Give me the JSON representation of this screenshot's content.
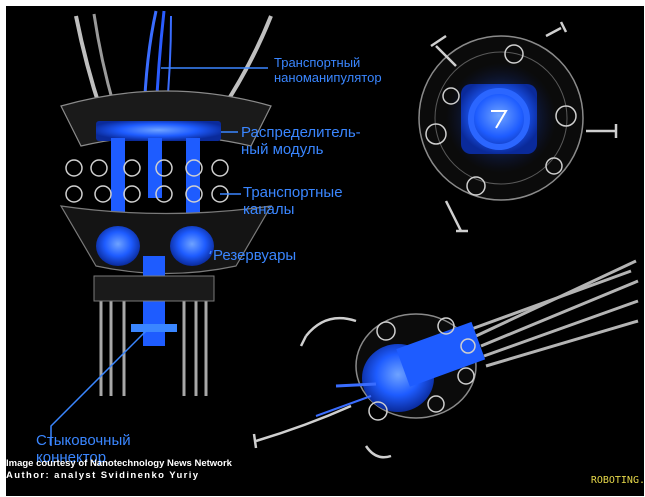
{
  "labels": {
    "manipulator": [
      "Транспортный",
      "наноманипулятор"
    ],
    "distribution_module": [
      "Распределитель-",
      "ный модуль"
    ],
    "transport_channels": [
      "Транспортные",
      "каналы"
    ],
    "reservoirs": "Резервуары",
    "docking_connector": [
      "Стыковочный",
      "коннектор"
    ]
  },
  "credit": {
    "line1": "Image courtesy of Nanotechnology News Network",
    "line2": "Author: analyst Svidinenko Yuriy"
  },
  "watermark": "ROBOTING.",
  "colors": {
    "background": "#000000",
    "label": "#3a86ff",
    "glow": "#1e5cff",
    "wire": "#c8c8c8",
    "watermark": "#e6d84a"
  }
}
